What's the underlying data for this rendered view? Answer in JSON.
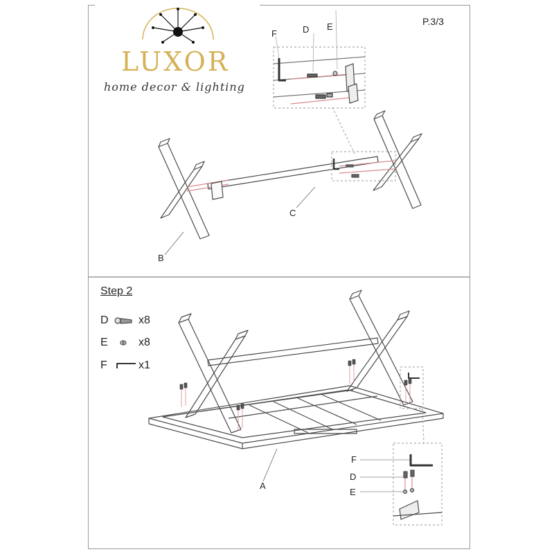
{
  "page": {
    "number": "P.3/3"
  },
  "brand": {
    "name": "LUXOR",
    "tagline": "home decor & lighting",
    "gold": "#d4b154"
  },
  "step1": {
    "zoom_labels": {
      "f": "F",
      "d": "D",
      "e": "E"
    },
    "parts": {
      "b": "B",
      "c": "C"
    }
  },
  "step2": {
    "title": "Step 2",
    "hardware": [
      {
        "letter": "D",
        "icon": "screw-icon",
        "qty": "x8"
      },
      {
        "letter": "E",
        "icon": "washer-icon",
        "qty": "x8"
      },
      {
        "letter": "F",
        "icon": "hex-key-icon",
        "qty": "x1"
      }
    ],
    "parts": {
      "a": "A"
    },
    "callouts": {
      "f": "F",
      "d": "D",
      "e": "E"
    }
  },
  "colors": {
    "line": "#4a4a4a",
    "accent_red": "#d88a8a"
  }
}
